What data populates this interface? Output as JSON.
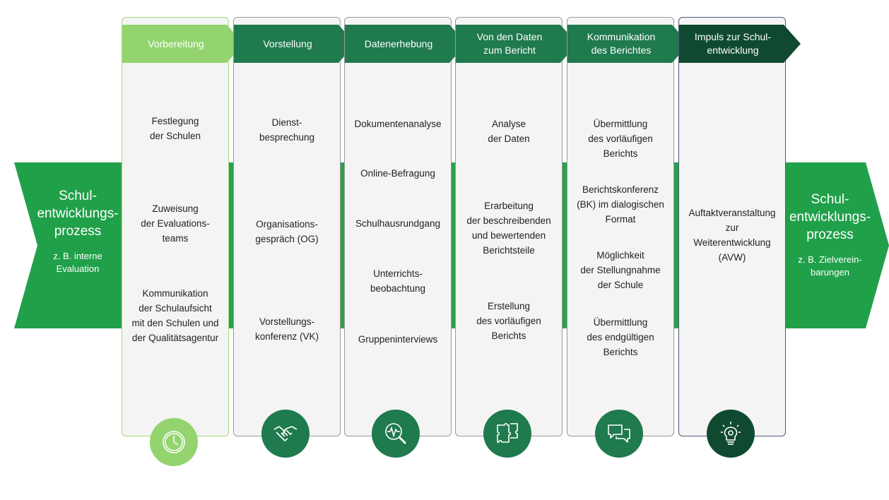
{
  "left_arrow": {
    "title": "Schul-\nentwicklungs-\nprozess",
    "subtitle": "z. B. interne\nEvaluation",
    "color": "#21a04a"
  },
  "right_arrow": {
    "title": "Schul-\nentwicklungs-\nprozess",
    "subtitle": "z. B. Zielverein-\nbarungen",
    "color": "#21a04a"
  },
  "columns": [
    {
      "header": "Vorbereitung",
      "color": "#93d46e",
      "icon": "clock-icon",
      "items": [
        "Festlegung\nder Schulen",
        "Zuweisung\nder Evaluations-\nteams",
        "Kommunikation\nder Schulaufsicht\nmit den Schulen und\nder Qualitätsagentur"
      ]
    },
    {
      "header": "Vorstellung",
      "color": "#1f7a4d",
      "icon": "handshake-icon",
      "items": [
        "Dienst-\nbesprechung",
        "Organisations-\ngespräch (OG)",
        "Vorstellungs-\nkonferenz (VK)"
      ]
    },
    {
      "header": "Datenerhebung",
      "color": "#1f7a4d",
      "icon": "analysis-magnifier-icon",
      "items": [
        "Dokumentenanalyse",
        "Online-Befragung",
        "Schulhausrundgang",
        "Unterrichts-\nbeobachtung",
        "Gruppeninterviews"
      ]
    },
    {
      "header": "Von den Daten\nzum Bericht",
      "color": "#1f7a4d",
      "icon": "puzzle-icon",
      "items": [
        "Analyse\nder Daten",
        "Erarbeitung\nder beschreibenden\nund bewertenden\nBerichtsteile",
        "Erstellung\ndes vorläufigen\nBerichts"
      ]
    },
    {
      "header": "Kommunikation\ndes Berichtes",
      "color": "#1f7a4d",
      "icon": "speech-bubbles-icon",
      "items": [
        "Übermittlung\ndes vorläufigen\nBerichts",
        "Berichtskonferenz\n(BK) im dialogischen\nFormat",
        "Möglichkeit\nder Stellungnahme\nder Schule",
        "Übermittlung\ndes endgültigen\nBerichts"
      ]
    },
    {
      "header": "Impuls zur Schul-\nentwicklung",
      "color": "#0f4a30",
      "icon": "lightbulb-icon",
      "items": [
        "Auftaktveranstaltung\nzur\nWeiterentwicklung\n(AVW)"
      ]
    }
  ]
}
